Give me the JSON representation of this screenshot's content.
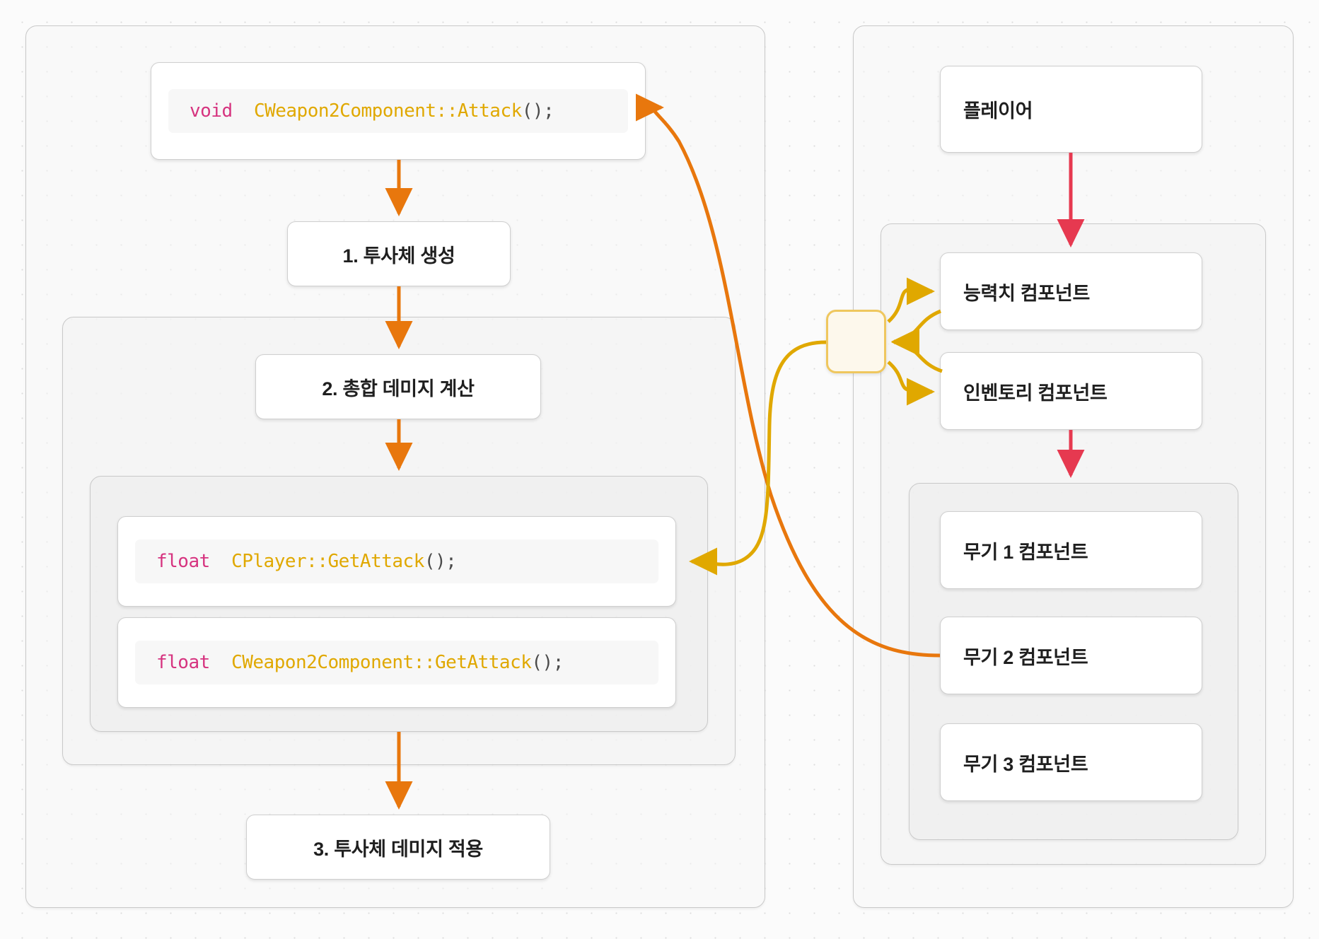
{
  "diagram": {
    "type": "flowchart",
    "background_color": "#fbfbfb",
    "colors": {
      "orange": "#e8770d",
      "crimson": "#e63950",
      "gold": "#e0a800",
      "hub_border": "#efc75e",
      "hub_fill": "#fdf8ec",
      "code_keyword": "#d6337f",
      "code_identifier": "#e0a800",
      "code_punctuation": "#4b4b4b",
      "node_border": "#cfcfcf",
      "panel_border": "#c9c9c9"
    }
  },
  "left_panel": {
    "name": "attack-flow-panel",
    "attack_code": {
      "keyword": "void",
      "identifier": "CWeapon2Component::Attack",
      "punct": "();"
    },
    "step1": "1. 투사체 생성",
    "step2": "2. 총합 데미지 계산",
    "step3": "3. 투사체 데미지 적용",
    "player_getattack": {
      "keyword": "float",
      "identifier": "CPlayer::GetAttack",
      "punct": "();"
    },
    "weapon_getattack": {
      "keyword": "float",
      "identifier": "CWeapon2Component::GetAttack",
      "punct": "();"
    }
  },
  "right_panel": {
    "name": "entity-component-panel",
    "player": "플레이어",
    "stat_component": "능력치 컴포넌트",
    "inventory_component": "인벤토리 컴포넌트",
    "weapon1_component": "무기 1 컴포넌트",
    "weapon2_component": "무기 2 컴포넌트",
    "weapon3_component": "무기 3 컴포넌트",
    "hub_label": ""
  },
  "edges": [
    {
      "from": "attack-code-node",
      "to": "step1",
      "color": "#e8770d",
      "style": "straight-down"
    },
    {
      "from": "step1",
      "to": "step2",
      "color": "#e8770d",
      "style": "straight-down"
    },
    {
      "from": "step2",
      "to": "player-getattack-code",
      "color": "#e8770d",
      "style": "straight-down"
    },
    {
      "from": "getattack-group",
      "to": "step3",
      "color": "#e8770d",
      "style": "straight-down"
    },
    {
      "from": "weapon2-component",
      "to": "attack-code-node",
      "color": "#e8770d",
      "style": "curve"
    },
    {
      "from": "hub",
      "to": "player-getattack-code",
      "color": "#e0a800",
      "style": "curve"
    },
    {
      "from": "stat-component",
      "to": "hub",
      "color": "#e0a800",
      "style": "curve"
    },
    {
      "from": "hub",
      "to": "stat-component",
      "color": "#e0a800",
      "style": "curve"
    },
    {
      "from": "inventory-component",
      "to": "hub",
      "color": "#e0a800",
      "style": "curve"
    },
    {
      "from": "hub",
      "to": "inventory-component",
      "color": "#e0a800",
      "style": "curve"
    },
    {
      "from": "player",
      "to": "stat-component",
      "color": "#e63950",
      "style": "straight-down"
    },
    {
      "from": "inventory-component",
      "to": "weapon-group",
      "color": "#e63950",
      "style": "straight-down"
    }
  ]
}
